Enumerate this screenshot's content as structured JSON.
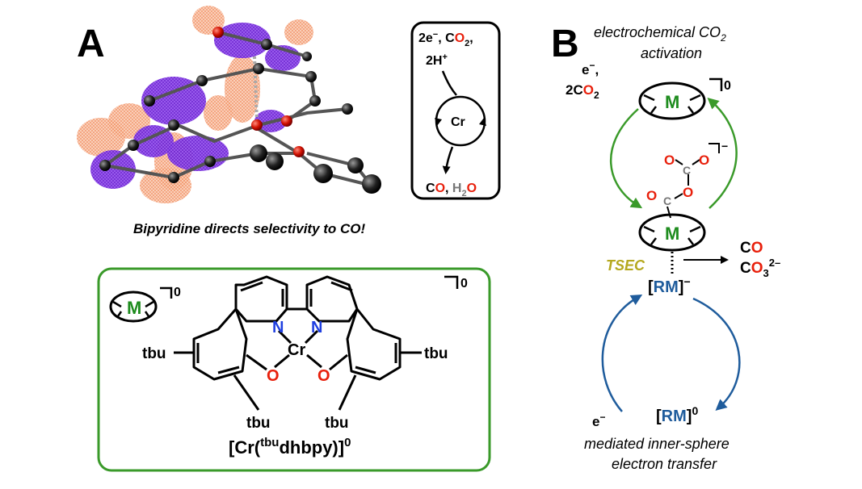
{
  "panel_a": {
    "letter": "A",
    "caption": "Bipyridine directs selectivity to CO!",
    "cycle_box": {
      "line1_2e": "2e",
      "line1_minus": "−",
      "line1_comma": ", C",
      "line1_o": "O",
      "line1_2": "2",
      "line1_end": ",",
      "line2_2h": "2H",
      "line2_plus": "+",
      "center": "Cr",
      "prod_c": "C",
      "prod_o": "O",
      "prod_comma": ", ",
      "prod_h": "H",
      "prod_2": "2",
      "prod_o2": "O"
    },
    "structure_box": {
      "m_label": "M",
      "charge_small": "0",
      "charge_big": "0",
      "atom_n1": "N",
      "atom_n2": "N",
      "atom_cr": "Cr",
      "atom_o1": "O",
      "atom_o2": "O",
      "tbu_left": "tbu",
      "tbu_right": "tbu",
      "tbu_bottom_left": "tbu",
      "tbu_bottom_right": "tbu",
      "name_open": "[Cr(",
      "name_sup": "tbu",
      "name_mid": "dhbpy)]",
      "name_charge": "0"
    }
  },
  "panel_b": {
    "letter": "B",
    "title_line1": "electrochemical CO",
    "title_sub": "2",
    "title_line2": "activation",
    "input_e": "e",
    "input_e_minus": "−",
    "input_e_comma": ",",
    "input_co2_2c": "2C",
    "input_co2_o": "O",
    "input_co2_2": "2",
    "top_m": "M",
    "top_charge": "0",
    "adduct_o1": "O",
    "adduct_c1": "C",
    "adduct_o2": "O",
    "adduct_charge": "−",
    "adduct_c2": "C",
    "adduct_o3": "O",
    "adduct_o4": "O",
    "mid_m": "M",
    "tsec": "TSEC",
    "product_co_c": "C",
    "product_co_o": "O",
    "product_co3_c": "C",
    "product_co3_o": "O",
    "product_co3_sub": "3",
    "product_co3_charge": "2–",
    "rm_minus_open": "[",
    "rm_minus_label": "RM",
    "rm_minus_close": "]",
    "rm_minus_charge": "−",
    "rm0_open": "[",
    "rm0_label": "RM",
    "rm0_close": "]",
    "rm0_charge": "0",
    "bottom_e": "e",
    "bottom_e_minus": "−",
    "footer_line1": "mediated inner-sphere",
    "footer_line2": "electron transfer"
  },
  "colors": {
    "oxygen": "#e8200c",
    "nitrogen": "#1f3fe0",
    "metal": "#1e8c1e",
    "green_arrow": "#3a9a2a",
    "blue_arrow": "#1f5c9c",
    "tsec": "#b5a81f",
    "orbital_orange": "#f7a67c",
    "orbital_purple": "#7b2fe0"
  }
}
